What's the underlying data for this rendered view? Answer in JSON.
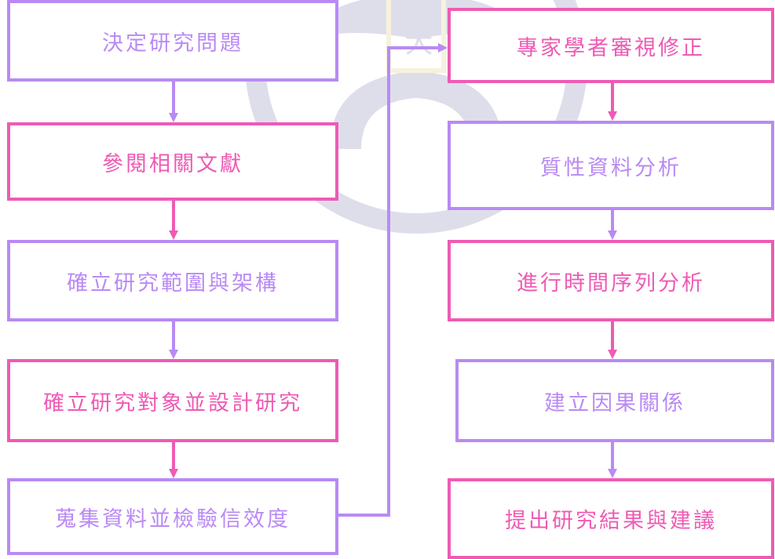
{
  "flowchart": {
    "left_column": [
      {
        "label": "決定研究問題",
        "color": "#B98AF4"
      },
      {
        "label": "參閱相關文獻",
        "color": "#EE5BB4"
      },
      {
        "label": "確立研究範圍與架構",
        "color": "#B98AF4"
      },
      {
        "label": "確立研究對象並設計研究",
        "color": "#EE5BB4"
      },
      {
        "label": "蒐集資料並檢驗信效度",
        "color": "#B98AF4"
      }
    ],
    "right_column": [
      {
        "label": "專家學者審視修正",
        "color": "#EE5BB4"
      },
      {
        "label": "質性資料分析",
        "color": "#B98AF4"
      },
      {
        "label": "進行時間序列分析",
        "color": "#EE5BB4"
      },
      {
        "label": "建立因果關係",
        "color": "#B98AF4"
      },
      {
        "label": "提出研究結果與建議",
        "color": "#EE5BB4"
      }
    ],
    "watermark_text": "師大"
  }
}
